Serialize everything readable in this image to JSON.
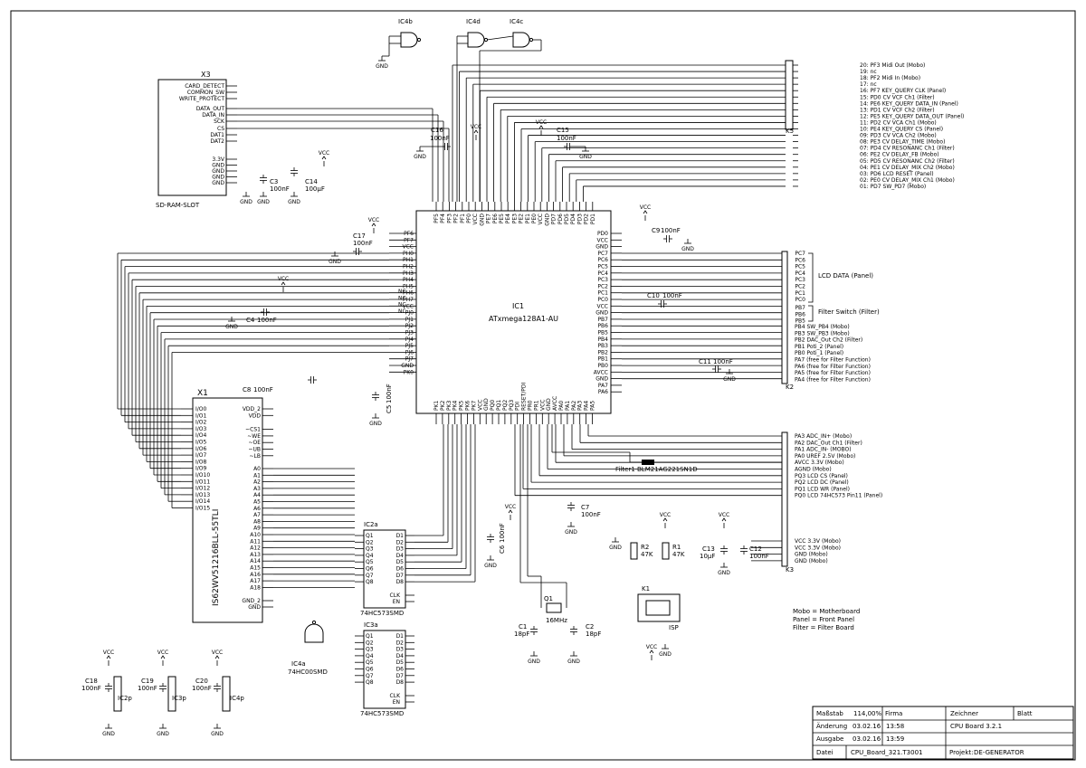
{
  "ic1": {
    "ref": "IC1",
    "part": "ATxmega128A1-AU"
  },
  "ic1_left_pins": [
    "PF6",
    "PF7",
    "VCC",
    "PH0",
    "PH1",
    "PH2",
    "PH3",
    "PH4",
    "PH5",
    "PH6",
    "PH7",
    "VCC",
    "PJ0",
    "PJ1",
    "PJ2",
    "PJ3",
    "PJ4",
    "PJ5",
    "PJ6",
    "PJ7",
    "GND",
    "PK0"
  ],
  "ic1_left_nc": [
    "NC",
    "NC",
    "NC",
    "NC"
  ],
  "ic1_right_pins": [
    "PD0",
    "VCC",
    "GND",
    "PC7",
    "PC6",
    "PC5",
    "PC4",
    "PC3",
    "PC2",
    "PC1",
    "PC0",
    "VCC",
    "GND",
    "PB7",
    "PB6",
    "PB5",
    "PB4",
    "PB3",
    "PB2",
    "PB1",
    "PB0",
    "AVCC",
    "GND",
    "PA7",
    "PA6"
  ],
  "ic1_top_pins": [
    "PF5",
    "PF4",
    "PF3",
    "PF2",
    "PF1",
    "PF0",
    "VCC",
    "GND",
    "PE7",
    "PE6",
    "PE5",
    "PE4",
    "PE3",
    "PE2",
    "PE1",
    "PE0",
    "VCC",
    "GND",
    "PD7",
    "PD6",
    "PD5",
    "PD4",
    "PD3",
    "PD2",
    "PD1"
  ],
  "ic1_bottom_pins": [
    "PK1",
    "PK2",
    "PK3",
    "PK4",
    "PK5",
    "PK6",
    "PK7",
    "VCC",
    "GND",
    "PQ0",
    "PQ1",
    "PQ2",
    "PQ3",
    "PDI",
    "RESET/PDI",
    "PR0",
    "PR1",
    "VCC",
    "GND",
    "AVCC",
    "PA0",
    "PA1",
    "PA2",
    "PA3",
    "PA4",
    "PA5"
  ],
  "k5": {
    "ref": "K5",
    "lines": [
      "20: PF3  Midi Out (Mobo)",
      "19: nc",
      "18: PF2  Midi In (Mobo)",
      "17: nc",
      "16: PF7  KEY_QUERY CLK (Panel)",
      "15: PD0  CV VCF Ch1 (Filter)",
      "14: PE6  KEY_QUERY DATA_IN (Panel)",
      "13: PD1  CV VCF Ch2 (Filter)",
      "12: PE5  KEY_QUERY DATA_OUT (Panel)",
      "11: PD2  CV VCA Ch1 (Mobo)",
      "10: PE4  KEY_QUERY CS (Panel)",
      "09: PD3  CV VCA Ch2 (Mobo)",
      "08: PE3  CV DELAY_TIME (Mobo)",
      "07: PD4  CV RESONANC Ch1 (Filter)",
      "06: PE2  CV DELAY_FB (Mobo)",
      "05: PD5  CV RESONANC Ch2 (Filter)",
      "04: PE1  CV DELAY_MIX Ch2 (Mobo)",
      "03: PD6  LCD RESET (Panel)",
      "02: PE0  CV DELAY_MIX Ch1 (Mobo)",
      "01: PD7  SW_PD7 (Mobo)"
    ]
  },
  "k2": {
    "ref": "K2",
    "lcd_note": "LCD DATA (Panel)",
    "filter_note": "Filter Switch (Filter)",
    "lines": [
      "PB4  SW_PB4 (Mobo)",
      "PB3  SW_PB3 (Mobo)",
      "PB2  DAC_Out Ch2 (Filter)",
      "PB1  Poti_2 (Panel)",
      "PB0  Poti_1 (Panel)",
      "PA7  (free for Filter Function)",
      "PA6  (free for Filter Function)",
      "PA5  (free for Filter Function)",
      "PA4  (free for Filter Function)"
    ]
  },
  "k3": {
    "ref": "K3",
    "lines": [
      "PA3  ADC_IN+ (Mobo)",
      "PA2  DAC_Out Ch1 (Filter)",
      "PA1  ADC_IN- (MOBO)",
      "PA0  UREF 2.5V (Mobo)",
      "AVCC 3.3V (Mobo)",
      "AGND (Mobo)",
      "PQ3  LCD CS (Panel)",
      "PQ2  LCD DC (Panel)",
      "PQ1  LCD WR (Panel)",
      "PQ0  LCD 74HC573 Pin11 (Panel)"
    ],
    "power_lines": [
      "VCC 3.3V (Mobo)",
      "VCC 3.3V (Mobo)",
      "GND (Mobo)",
      "GND (Mobo)"
    ]
  },
  "x3": {
    "ref": "X3",
    "name": "SD-RAM-SLOT",
    "pins": [
      "CARD_DETECT",
      "COMMON_SW",
      "WRITE_PROTECT",
      "DATA_OUT",
      "DATA_IN",
      "SCK",
      "CS",
      "DAT1",
      "DAT2"
    ],
    "power_pins": [
      "3.3V",
      "GND",
      "GND",
      "GND",
      "GND"
    ]
  },
  "x1": {
    "ref": "X1",
    "part": "IS62WV51216BLL-55TLI",
    "io_pins": [
      "I/O0",
      "I/O1",
      "I/O2",
      "I/O3",
      "I/O4",
      "I/O5",
      "I/O6",
      "I/O7",
      "I/O8",
      "I/O9",
      "I/O10",
      "I/O11",
      "I/O12",
      "I/O13",
      "I/O14",
      "I/O15"
    ],
    "ctrl_pins": [
      "VDD_2",
      "VDD",
      "~CS1",
      "~WE",
      "~OE",
      "~UB",
      "~LB"
    ],
    "addr_pins": [
      "A0",
      "A1",
      "A2",
      "A3",
      "A4",
      "A5",
      "A6",
      "A7",
      "A8",
      "A9",
      "A10",
      "A11",
      "A12",
      "A13",
      "A14",
      "A15",
      "A16",
      "A17",
      "A18"
    ],
    "gnd_pins": [
      "GND_2",
      "GND"
    ]
  },
  "ic2a": {
    "ref": "IC2a",
    "part": "74HC573SMD"
  },
  "ic3a": {
    "ref": "IC3a",
    "part": "74HC573SMD"
  },
  "latch_q": [
    "Q1",
    "Q2",
    "Q3",
    "Q4",
    "Q5",
    "Q6",
    "Q7",
    "Q8"
  ],
  "latch_d": [
    "D1",
    "D2",
    "D3",
    "D4",
    "D5",
    "D6",
    "D7",
    "D8"
  ],
  "latch_ctrl": [
    "CLK",
    "EN"
  ],
  "gates": {
    "ic4a": "IC4a",
    "ic4a_part": "74HC00SMD",
    "ic4b": "IC4b",
    "ic4c": "IC4c",
    "ic4d": "IC4d"
  },
  "caps": {
    "c1": "C1",
    "c1v": "18pF",
    "c2": "C2",
    "c2v": "18pF",
    "c3": "C3",
    "c3v": "100nF",
    "c4": "C4",
    "c4v": "100nF",
    "c5": "C5",
    "c5v": "100nF",
    "c6": "C6",
    "c6v": "100nF",
    "c7": "C7",
    "c7v": "100nF",
    "c8": "C8",
    "c8v": "100nF",
    "c9": "C9",
    "c9v": "100nF",
    "c10": "C10",
    "c10v": "100nF",
    "c11": "C11",
    "c11v": "100nF",
    "c12": "C12",
    "c12v": "100nF",
    "c13": "C13",
    "c13v": "10µF",
    "c14": "C14",
    "c14v": "100µF",
    "c15": "C15",
    "c15v": "100nF",
    "c16": "C16",
    "c16v": "100nF",
    "c17": "C17",
    "c17v": "100nF",
    "c18": "C18",
    "c18v": "100nF",
    "c19": "C19",
    "c19v": "100nF",
    "c20": "C20",
    "c20v": "100nF"
  },
  "power_ic": {
    "ic2p": "IC2p",
    "ic3p": "IC3p",
    "ic4p": "IC4p"
  },
  "misc": {
    "r1": "R1",
    "r1v": "47K",
    "r2": "R2",
    "r2v": "47K",
    "q1": "Q1",
    "q1v": "16MHz",
    "k1": "K1",
    "isp": "ISP",
    "filter1": "Filter1",
    "filter1v": "BLM21AG221SN1D",
    "vcc": "VCC",
    "gnd": "GND",
    "nc": "NC"
  },
  "legend": [
    "Mobo = Motherboard",
    "Panel = Front Panel",
    "Filter = Filter Board"
  ],
  "title_block": {
    "scale_label": "Maßstab",
    "scale": "114,00%",
    "company_label": "Firma",
    "drawer_label": "Zeichner",
    "sheet_label": "Blatt",
    "change_label": "Änderung",
    "change_date": "03.02.16",
    "change_time": "13:58",
    "issue_label": "Ausgabe",
    "issue_date": "03.02.16",
    "issue_time": "13:59",
    "file_label": "Datei",
    "file": "CPU_Board_321.T3001",
    "title": "CPU Board 3.2.1",
    "project_label": "Projekt:",
    "project": "DE-GENERATOR"
  }
}
